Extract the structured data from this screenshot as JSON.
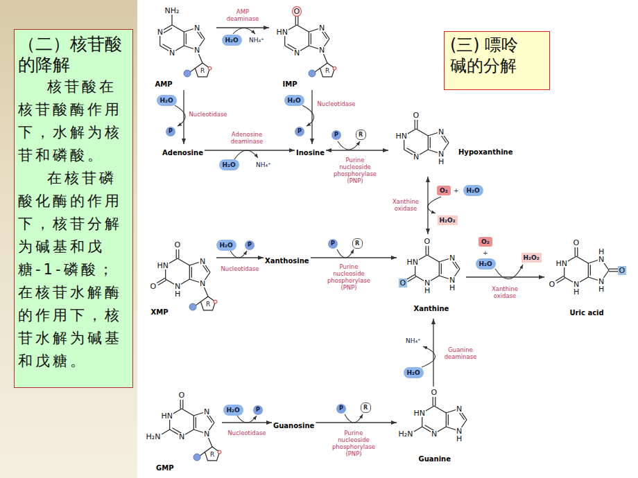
{
  "diagram": {
    "nodes": [
      {
        "text": [
          "（二）核苷酸的降解",
          "核苷酸在核苷酸酶作用下，水解为核苷和磷酸。",
          "在核苷磷酸化酶的作用下，核苷分解为碱基和戊糖-1-磷酸；在核苷水解酶的作用下，核苷水解为碱基和戊糖。"
        ]
      },
      {
        "text": [
          "(三) 嘌呤碱的分解"
        ]
      },
      {
        "text": [
          "AMP",
          "NH₂",
          "N",
          "N",
          "N",
          "N",
          "R"
        ]
      },
      {
        "text": [
          "IMP",
          "O",
          "HN",
          "N",
          "N",
          "N",
          "R"
        ]
      },
      {
        "text": [
          "Adenosine"
        ]
      },
      {
        "text": [
          "Inosine"
        ]
      },
      {
        "text": [
          "Hypoxanthine",
          "O",
          "HN",
          "N",
          "N",
          "N",
          "H"
        ]
      },
      {
        "text": [
          "XMP",
          "O",
          "HN",
          "O",
          "N",
          "H",
          "N",
          "N",
          "R"
        ]
      },
      {
        "text": [
          "Xanthosine"
        ]
      },
      {
        "text": [
          "Xanthine",
          "O",
          "HN",
          "O",
          "N",
          "H",
          "N",
          "N",
          "H"
        ]
      },
      {
        "text": [
          "Uric acid",
          "O",
          "HN",
          "O",
          "N",
          "H",
          "N",
          "H",
          "O",
          "N",
          "H"
        ]
      },
      {
        "text": [
          "GMP",
          "O",
          "HN",
          "H₂N",
          "N",
          "N",
          "N",
          "R"
        ]
      },
      {
        "text": [
          "Guanosine"
        ]
      },
      {
        "text": [
          "Guanine",
          "O",
          "HN",
          "H₂N",
          "N",
          "N",
          "N",
          "H"
        ]
      }
    ],
    "edges": [
      {
        "from": 2,
        "to": 3,
        "arrow": "to",
        "label": "AMP deaminase"
      },
      {
        "from": 2,
        "to": 4,
        "arrow": "to",
        "label": "Nucleotidase"
      },
      {
        "from": 3,
        "to": 5,
        "arrow": "to",
        "label": "Nucleotidase"
      },
      {
        "from": 4,
        "to": 5,
        "arrow": "to",
        "label": "Adenosine deaminase"
      },
      {
        "from": 5,
        "to": 6,
        "arrow": "both",
        "label": "Purine nucleoside phosphorylase (PNP)"
      },
      {
        "from": 6,
        "to": 9,
        "arrow": "both",
        "label": "Xanthine oxidase"
      },
      {
        "from": 7,
        "to": 8,
        "arrow": "to",
        "label": "Nucleotidase"
      },
      {
        "from": 8,
        "to": 9,
        "arrow": "to",
        "label": "Purine nucleoside phosphorylase (PNP)"
      },
      {
        "from": 9,
        "to": 10,
        "arrow": "to",
        "label": "Xanthine oxidase"
      },
      {
        "from": 11,
        "to": 12,
        "arrow": "to",
        "label": "Nucleotidase"
      },
      {
        "from": 12,
        "to": 13,
        "arrow": "to",
        "label": "Purine nucleoside phosphorylase (PNP)"
      },
      {
        "from": 13,
        "to": 9,
        "arrow": "to",
        "label": "Guanine deaminase"
      }
    ],
    "labels": [
      "H₂O",
      "NH₄⁺",
      "H₂O",
      "P",
      "H₂O",
      "P",
      "H₂O",
      "NH₄⁺",
      "P",
      "R",
      "O₂",
      "+",
      "H₂O",
      "H₂O₂",
      "H₂O",
      "P",
      "P",
      "R",
      "O₂",
      "+",
      "H₂O",
      "H₂O₂",
      "NH₄⁺",
      "H₂O",
      "H₂O",
      "P",
      "P",
      "R"
    ]
  }
}
